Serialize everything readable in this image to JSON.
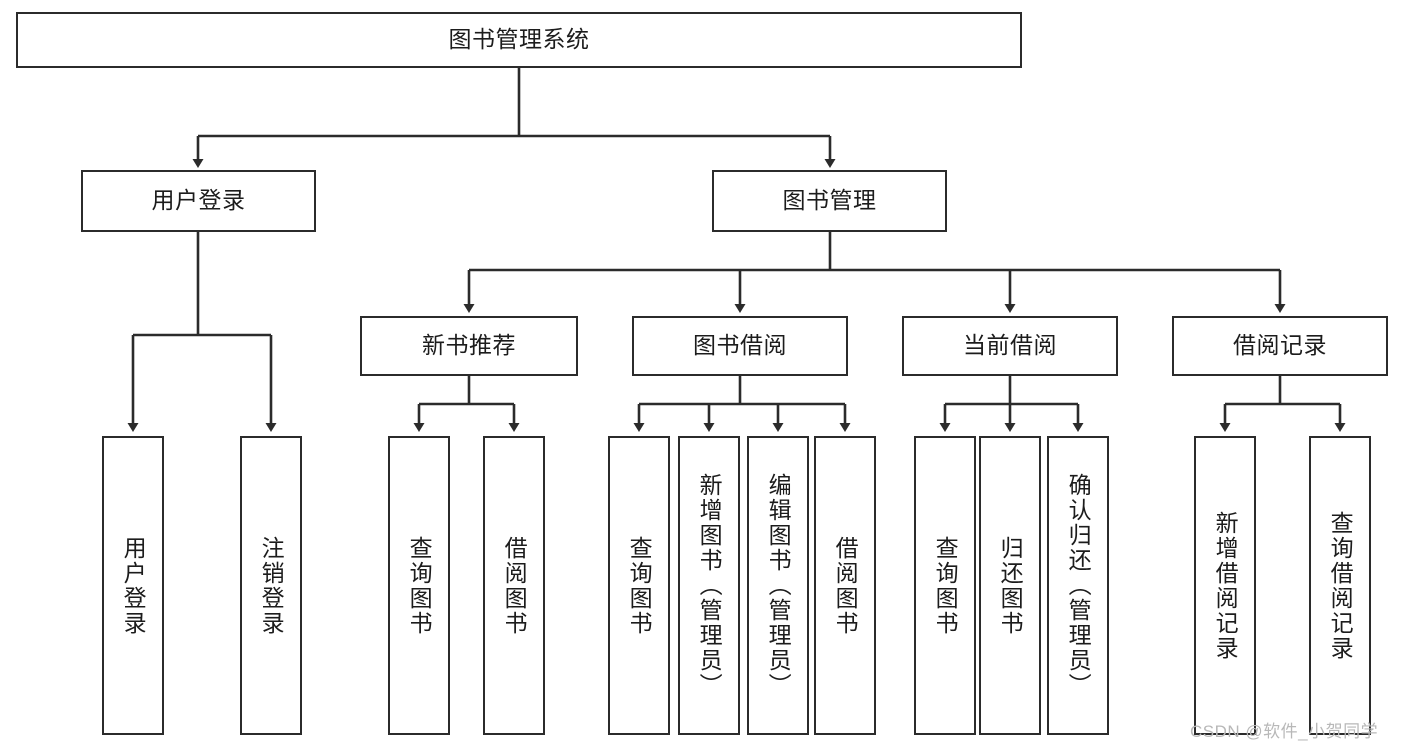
{
  "diagram": {
    "title": "图书管理系统",
    "root": {
      "label": "图书管理系统"
    },
    "level2": [
      {
        "label": "用户登录"
      },
      {
        "label": "图书管理"
      }
    ],
    "level3": [
      {
        "label": "新书推荐"
      },
      {
        "label": "图书借阅"
      },
      {
        "label": "当前借阅"
      },
      {
        "label": "借阅记录"
      }
    ],
    "leaves": {
      "user_login": [
        {
          "label": "用户登录"
        },
        {
          "label": "注销登录"
        }
      ],
      "new_book_recommend": [
        {
          "label": "查询图书"
        },
        {
          "label": "借阅图书"
        }
      ],
      "book_borrow": [
        {
          "label": "查询图书"
        },
        {
          "label": "新增图书（管理员）"
        },
        {
          "label": "编辑图书（管理员）"
        },
        {
          "label": "借阅图书"
        }
      ],
      "current_borrow": [
        {
          "label": "查询图书"
        },
        {
          "label": "归还图书"
        },
        {
          "label": "确认归还（管理员）"
        }
      ],
      "borrow_record": [
        {
          "label": "新增借阅记录"
        },
        {
          "label": "查询借阅记录"
        }
      ]
    }
  },
  "watermark": {
    "text": "CSDN @软件_小贺同学"
  },
  "colors": {
    "stroke": "#2b2b2b",
    "background": "#ffffff",
    "text": "#1c1c1c",
    "watermark": "#b8b8b8"
  }
}
